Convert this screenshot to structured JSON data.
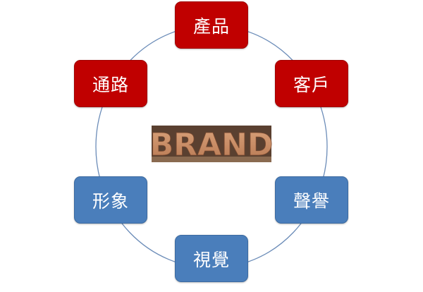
{
  "diagram": {
    "center": {
      "label": "BRAND",
      "style": "letterpress-wood-type"
    },
    "nodes": [
      {
        "id": "product",
        "label": "產品",
        "color": "#c00000",
        "position": "top"
      },
      {
        "id": "customer",
        "label": "客戶",
        "color": "#c00000",
        "position": "upper-right"
      },
      {
        "id": "reputation",
        "label": "聲譽",
        "color": "#4a7ebb",
        "position": "lower-right"
      },
      {
        "id": "visual",
        "label": "視覺",
        "color": "#4a7ebb",
        "position": "bottom"
      },
      {
        "id": "image",
        "label": "形象",
        "color": "#4a7ebb",
        "position": "lower-left"
      },
      {
        "id": "channel",
        "label": "通路",
        "color": "#c00000",
        "position": "upper-left"
      }
    ],
    "ring_color": "#6b8cb8"
  }
}
